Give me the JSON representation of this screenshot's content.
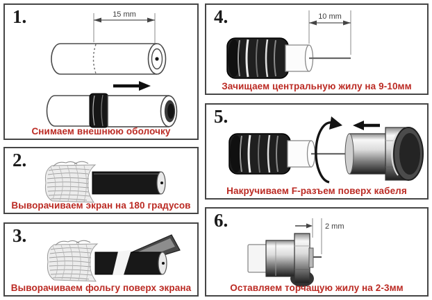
{
  "sheet": {
    "description": "Coaxial cable F-connector installation steps",
    "colors": {
      "caption_red": "#bb2a23",
      "panel_border": "#454545",
      "background": "#ffffff"
    }
  },
  "panels": [
    {
      "number": "1.",
      "caption": "Снимаем внешнюю оболочку",
      "dimension": "15 mm"
    },
    {
      "number": "2.",
      "caption": "Выворачиваем экран на 180 градусов",
      "dimension": ""
    },
    {
      "number": "3.",
      "caption": "Выворачиваем фольгу поверх экрана",
      "dimension": ""
    },
    {
      "number": "4.",
      "caption": "Зачищаем центральную жилу на 9-10мм",
      "dimension": "10 mm"
    },
    {
      "number": "5.",
      "caption": "Накручиваем F-разъем поверх кабеля",
      "dimension": ""
    },
    {
      "number": "6.",
      "caption": "Оставляем торчащую жилу на 2-3мм",
      "dimension": "2 mm"
    }
  ]
}
